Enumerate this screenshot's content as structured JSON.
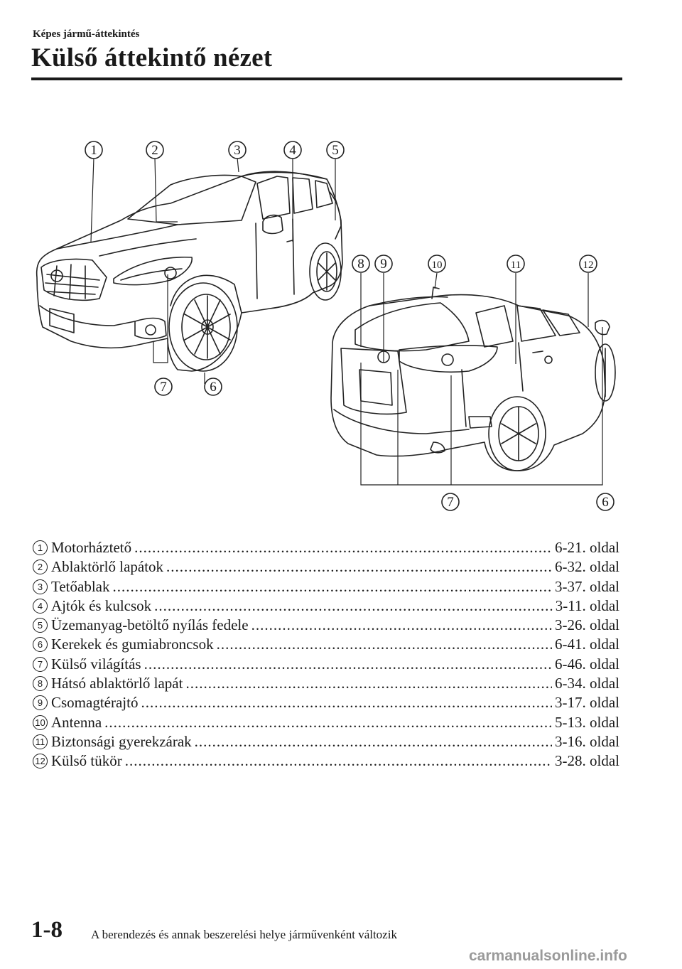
{
  "header": {
    "section": "Képes jármű-áttekintés",
    "title": "Külső áttekintő nézet"
  },
  "figure": {
    "callouts_front": [
      "1",
      "2",
      "3",
      "4",
      "5",
      "7",
      "6"
    ],
    "callouts_rear": [
      "8",
      "9",
      "10",
      "11",
      "12",
      "7",
      "6"
    ]
  },
  "legend": [
    {
      "num": "1",
      "label": "Motorháztető",
      "ref": "6-21. oldal"
    },
    {
      "num": "2",
      "label": "Ablaktörlő lapátok",
      "ref": "6-32. oldal"
    },
    {
      "num": "3",
      "label": "Tetőablak",
      "ref": "3-37. oldal"
    },
    {
      "num": "4",
      "label": "Ajtók és kulcsok",
      "ref": "3-11. oldal"
    },
    {
      "num": "5",
      "label": "Üzemanyag-betöltő nyílás fedele",
      "ref": "3-26. oldal"
    },
    {
      "num": "6",
      "label": "Kerekek és gumiabroncsok",
      "ref": "6-41. oldal"
    },
    {
      "num": "7",
      "label": "Külső világítás",
      "ref": "6-46. oldal"
    },
    {
      "num": "8",
      "label": "Hátsó ablaktörlő lapát",
      "ref": "6-34. oldal"
    },
    {
      "num": "9",
      "label": "Csomagtérajtó",
      "ref": "3-17. oldal"
    },
    {
      "num": "10",
      "label": "Antenna",
      "ref": "5-13. oldal"
    },
    {
      "num": "11",
      "label": "Biztonsági gyerekzárak",
      "ref": "3-16. oldal"
    },
    {
      "num": "12",
      "label": "Külső tükör",
      "ref": "3-28. oldal"
    }
  ],
  "footer": {
    "page_number": "1-8",
    "note": "A berendezés és annak beszerelési helye járművenként változik",
    "watermark": "carmanualsonline.info"
  }
}
